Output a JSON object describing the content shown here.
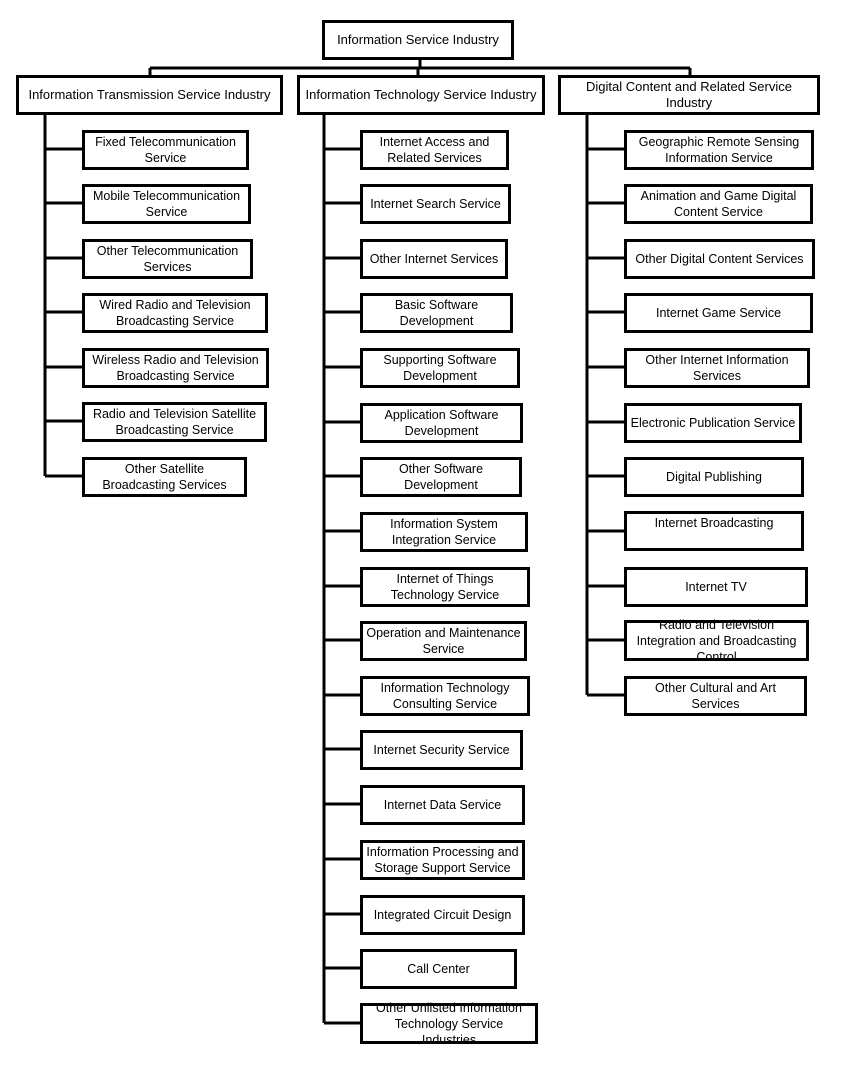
{
  "root": "Information Service Industry",
  "categories": [
    {
      "label": "Information Transmission Service Industry",
      "items": [
        "Fixed Telecommunication Service",
        "Mobile Telecommunication Service",
        "Other Telecommunication Services",
        "Wired Radio and Television Broadcasting Service",
        "Wireless Radio and Television Broadcasting Service",
        "Radio and Television Satellite Broadcasting Service",
        "Other Satellite Broadcasting Services"
      ]
    },
    {
      "label": "Information Technology Service Industry",
      "items": [
        "Internet Access and Related Services",
        "Internet Search Service",
        "Other Internet Services",
        "Basic Software Development",
        "Supporting Software Development",
        "Application Software Development",
        "Other Software Development",
        "Information System Integration Service",
        "Internet of Things Technology Service",
        "Operation and Maintenance Service",
        "Information Technology Consulting Service",
        "Internet Security Service",
        "Internet Data Service",
        "Information Processing and Storage Support Service",
        "Integrated Circuit Design",
        "Call Center",
        "Other Unlisted Information Technology Service Industries"
      ]
    },
    {
      "label": "Digital Content and Related Service Industry",
      "items": [
        "Geographic Remote Sensing Information Service",
        "Animation and Game Digital Content Service",
        "Other Digital Content Services",
        "Internet Game Service",
        "Other Internet Information Services",
        "Electronic Publication Service",
        "Digital Publishing",
        "Internet Broadcasting",
        "Internet TV",
        "Radio and Television Integration and Broadcasting Control",
        "Other Cultural and Art Services"
      ]
    }
  ]
}
